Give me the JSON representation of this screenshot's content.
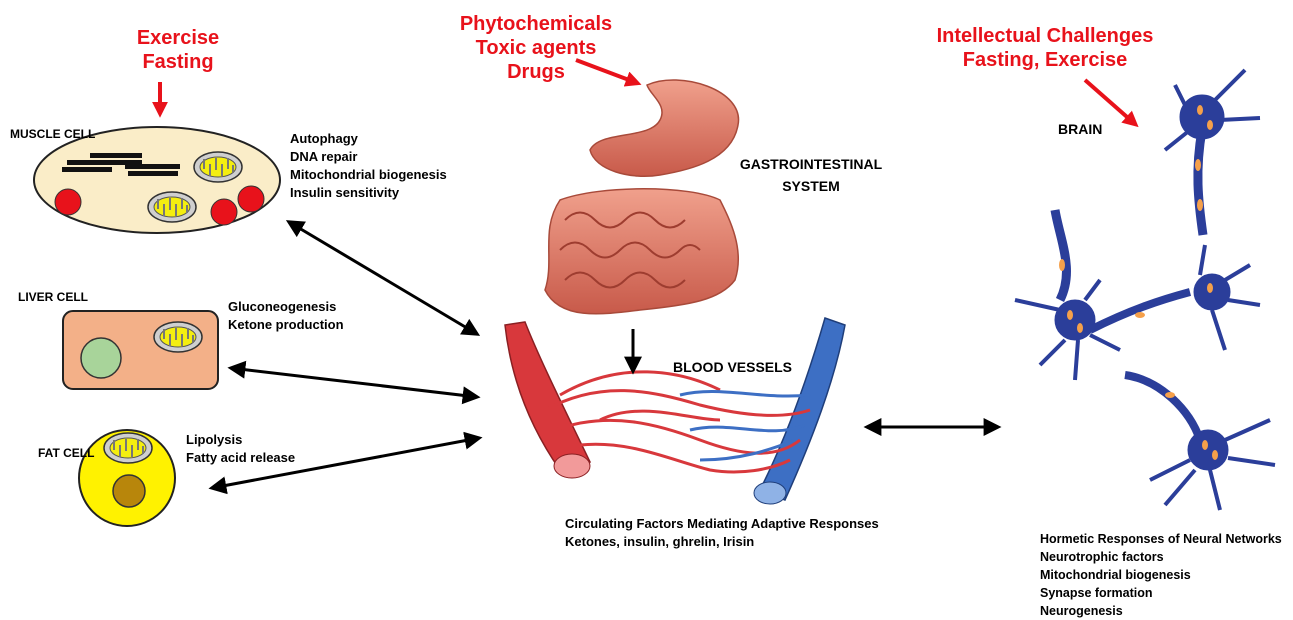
{
  "muscle": {
    "stimuli": [
      "Exercise",
      "Fasting"
    ],
    "label": "MUSCLE CELL",
    "responses": [
      "Autophagy",
      "DNA repair",
      "Mitochondrial biogenesis",
      "Insulin sensitivity"
    ]
  },
  "liver": {
    "label": "LIVER CELL",
    "responses": [
      "Gluconeogenesis",
      "Ketone production"
    ]
  },
  "fat": {
    "label": "FAT CELL",
    "responses": [
      "Lipolysis",
      "Fatty acid release"
    ]
  },
  "gut": {
    "stimuli": [
      "Phytochemicals",
      "Toxic agents",
      "Drugs"
    ],
    "label": [
      "GASTROINTESTINAL",
      "SYSTEM"
    ]
  },
  "vessels": {
    "label": "BLOOD VESSELS",
    "factors": [
      "Circulating Factors Mediating Adaptive Responses",
      "Ketones, insulin, ghrelin, Irisin"
    ]
  },
  "brain": {
    "stimuli": [
      "Intellectual Challenges",
      "Fasting, Exercise"
    ],
    "label": "BRAIN",
    "responses": [
      "Hormetic Responses of Neural Networks",
      "Neurotrophic factors",
      "Mitochondrial biogenesis",
      "Synapse formation",
      "Neurogenesis"
    ]
  },
  "colors": {
    "stimulus_red": "#e8121b",
    "muscle_fill": "#faedc8",
    "liver_fill": "#f3b088",
    "fat_fill": "#fff200",
    "neuron_blue": "#2b3e9a",
    "neuron_dots": "#f5a04a",
    "artery": "#d8383c",
    "vein": "#3d6fc4"
  }
}
